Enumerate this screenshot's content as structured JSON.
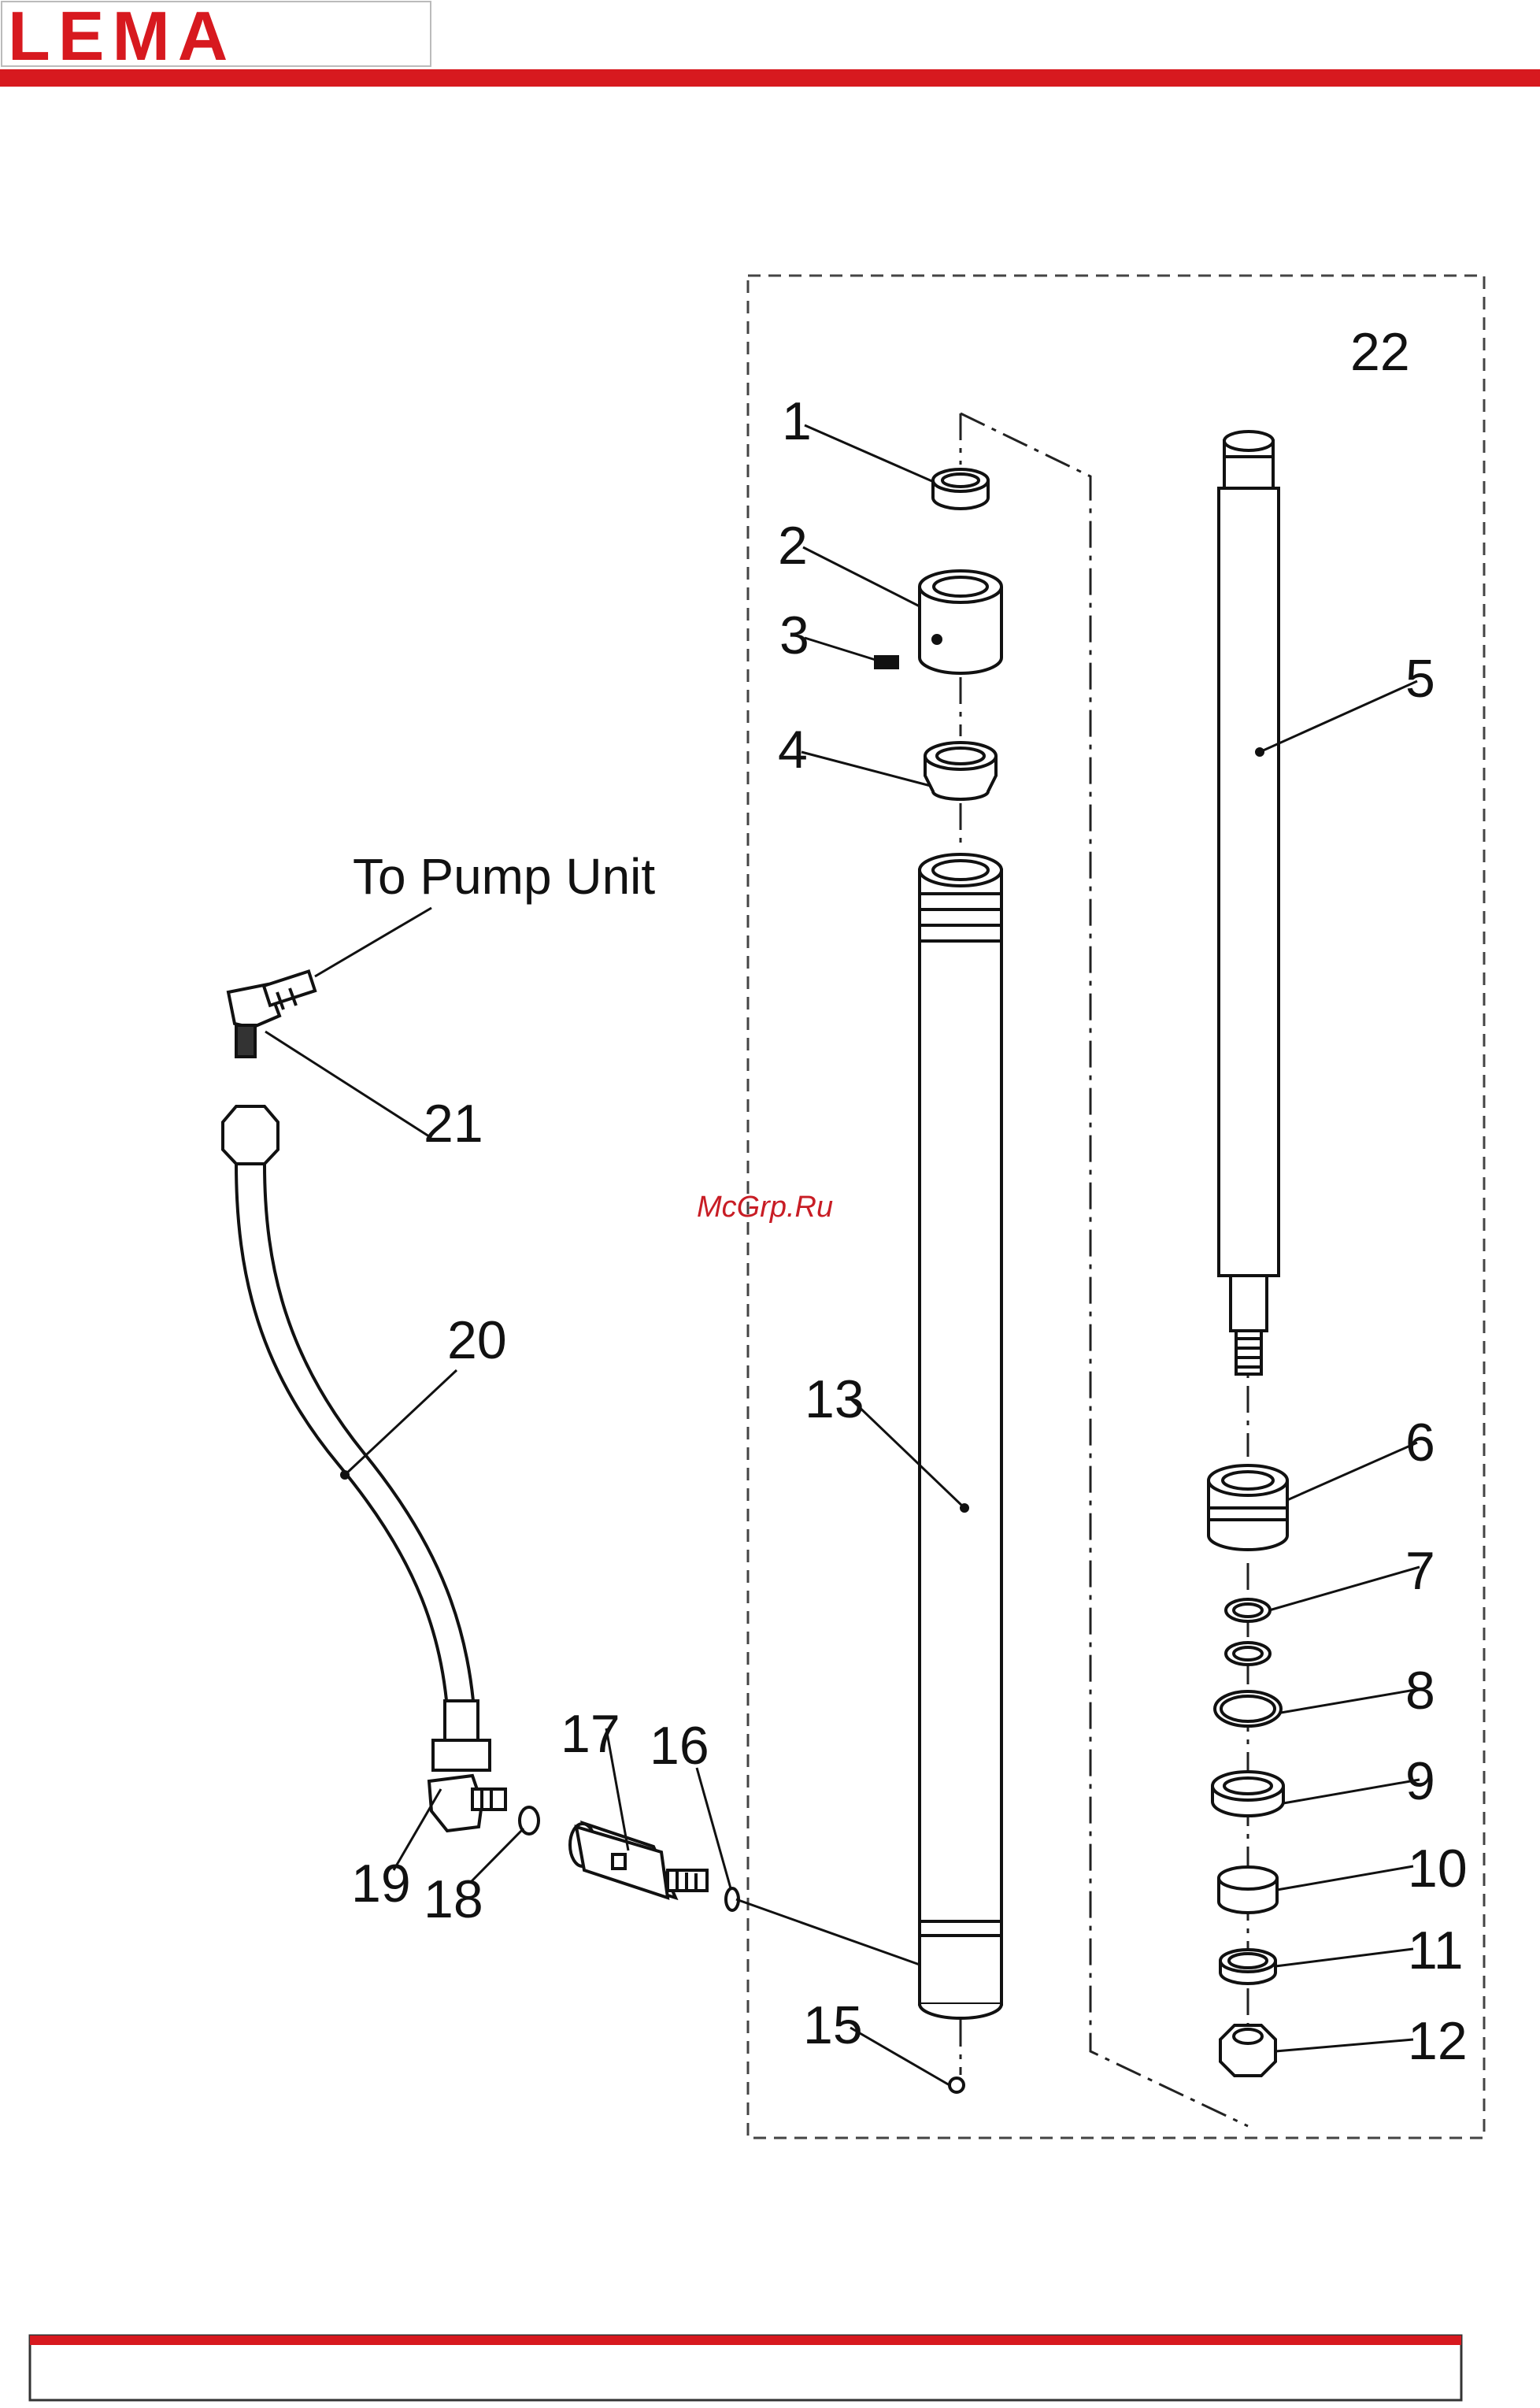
{
  "brand": {
    "name": "LEMA",
    "color": "#d7191f"
  },
  "watermark": "McGrp.Ru",
  "diagram": {
    "note": "To Pump Unit",
    "assembly_label": "22",
    "callouts": [
      "1",
      "2",
      "3",
      "4",
      "5",
      "6",
      "7",
      "8",
      "9",
      "10",
      "11",
      "12",
      "13",
      "15",
      "16",
      "17",
      "18",
      "19",
      "20",
      "21"
    ]
  },
  "colors": {
    "line": "#111111",
    "accent": "#d7191f"
  }
}
